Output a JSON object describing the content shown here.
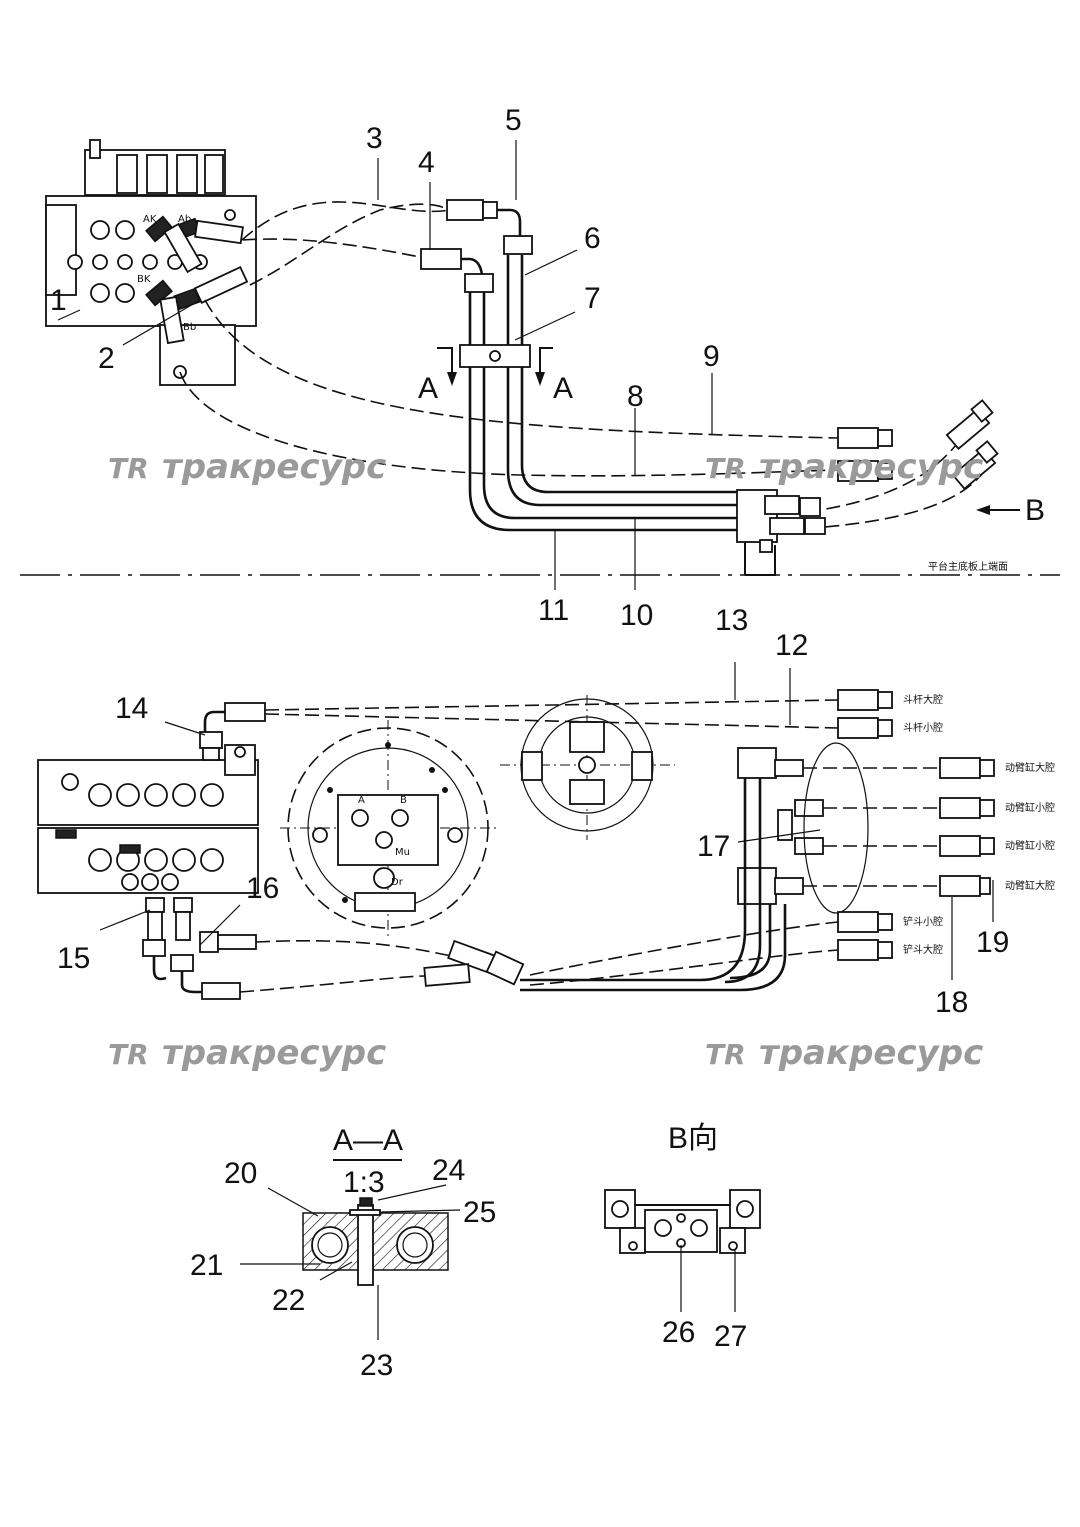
{
  "callouts": {
    "n1": "1",
    "n2": "2",
    "n3": "3",
    "n4": "4",
    "n5": "5",
    "n6": "6",
    "n7": "7",
    "n8": "8",
    "n9": "9",
    "n10": "10",
    "n11": "11",
    "n12": "12",
    "n13": "13",
    "n14": "14",
    "n15": "15",
    "n16": "16",
    "n17": "17",
    "n18": "18",
    "n19": "19",
    "n20": "20",
    "n21": "21",
    "n22": "22",
    "n23": "23",
    "n24": "24",
    "n25": "25",
    "n26": "26",
    "n27": "27"
  },
  "port_labels": {
    "ak": "AK",
    "ab": "Ab",
    "bk": "BK",
    "bb": "Bb",
    "motor_a": "A",
    "motor_b": "B",
    "motor_mu": "Mu",
    "motor_dr": "Dr"
  },
  "section_marks": {
    "a_left": "A",
    "a_right": "A",
    "view_b_arrow": "B",
    "section_title": "A—A",
    "section_scale": "1:3",
    "view_b_title": "B向"
  },
  "reference_line_label": "平台主底板上端面",
  "hose_labels": {
    "stick_large": "斗杆大腔",
    "stick_small": "斗杆小腔",
    "boom_large_1": "动臂缸大腔",
    "boom_small_1": "动臂缸小腔",
    "boom_small_2": "动臂缸小腔",
    "boom_large_2": "动臂缸大腔",
    "bucket_small": "铲斗小腔",
    "bucket_large": "铲斗大腔"
  },
  "watermark": {
    "logo": "TR",
    "text": "тракресурс"
  }
}
